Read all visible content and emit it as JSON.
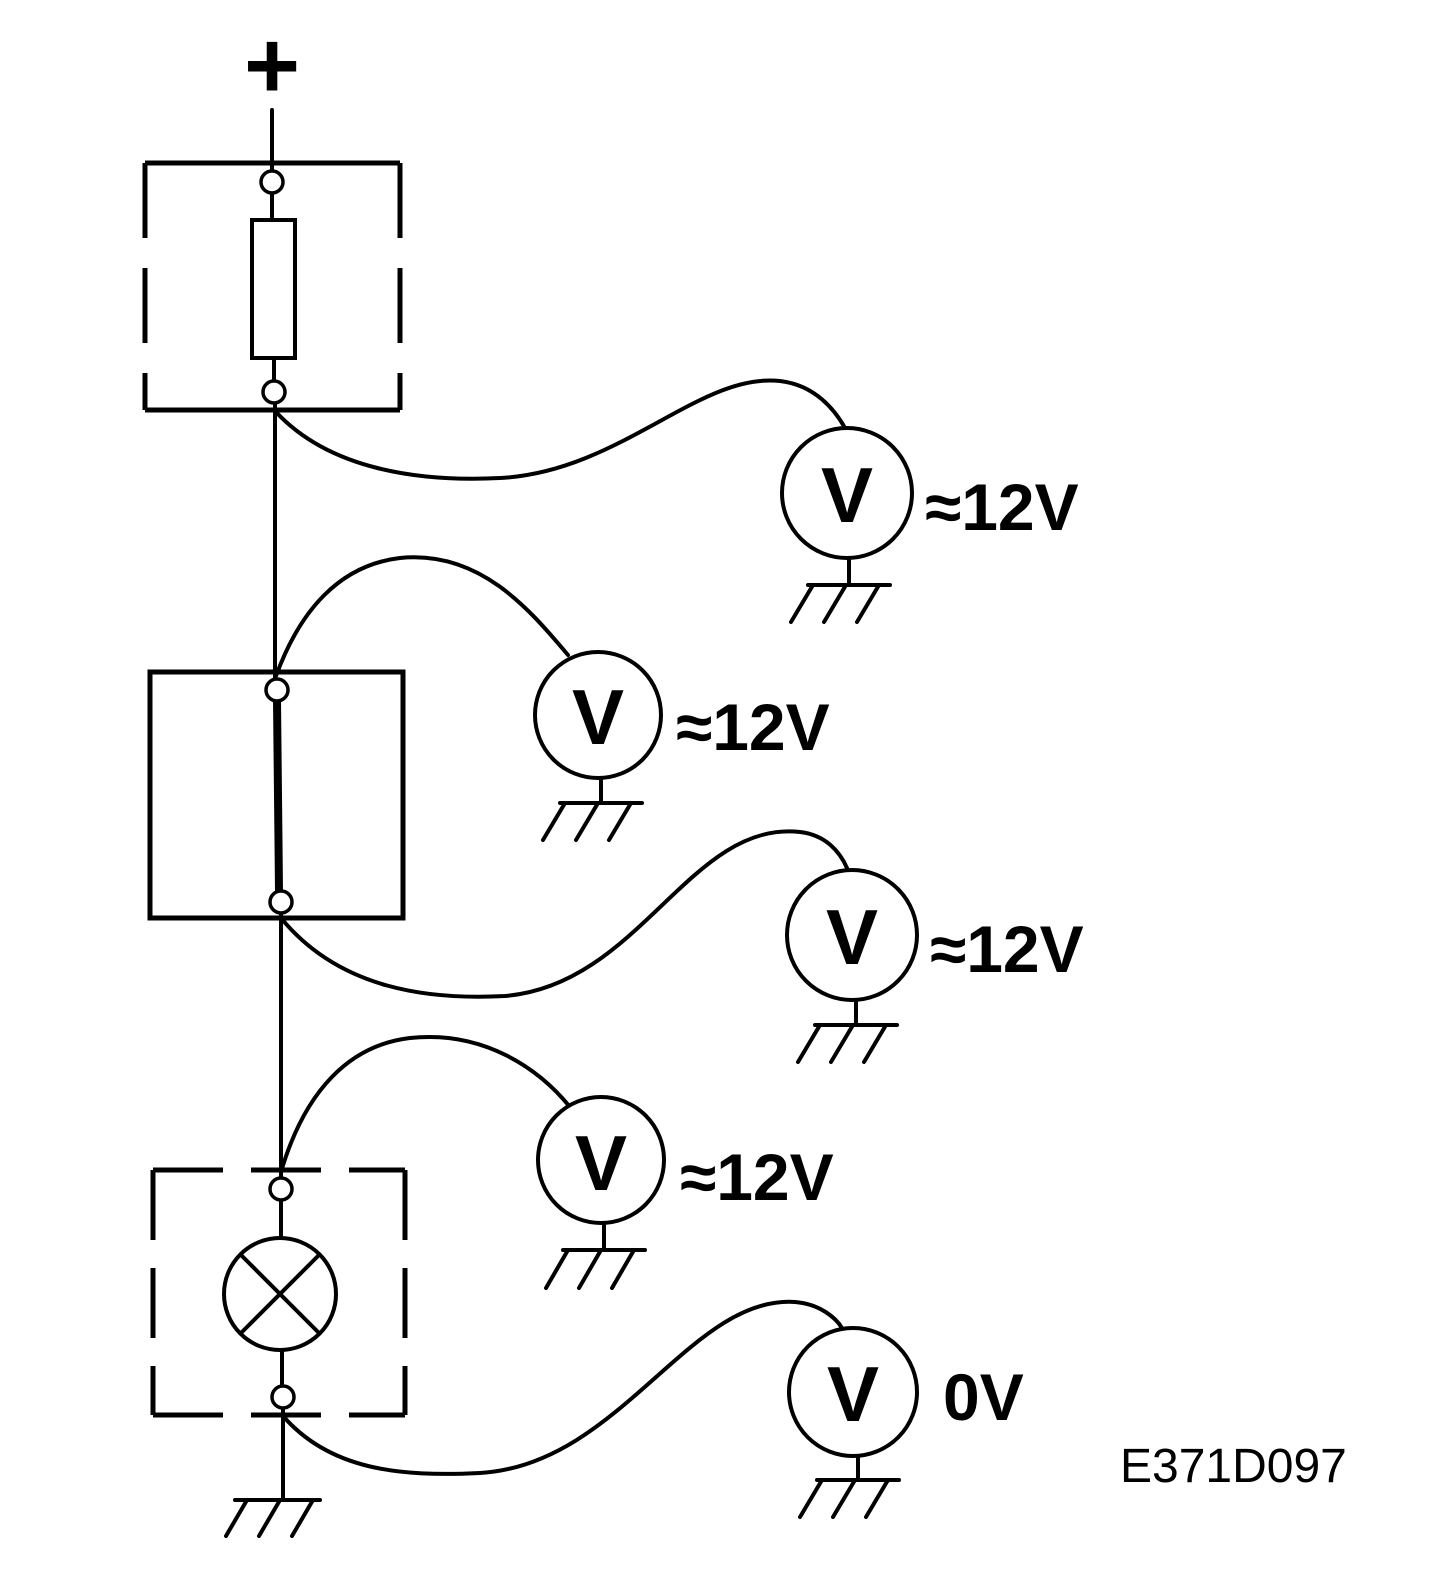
{
  "supply_label": "+",
  "meter_symbol": "V",
  "readings": [
    "≈12V",
    "≈12V",
    "≈12V",
    "≈12V",
    "0V"
  ],
  "figure_code": "E371D097"
}
